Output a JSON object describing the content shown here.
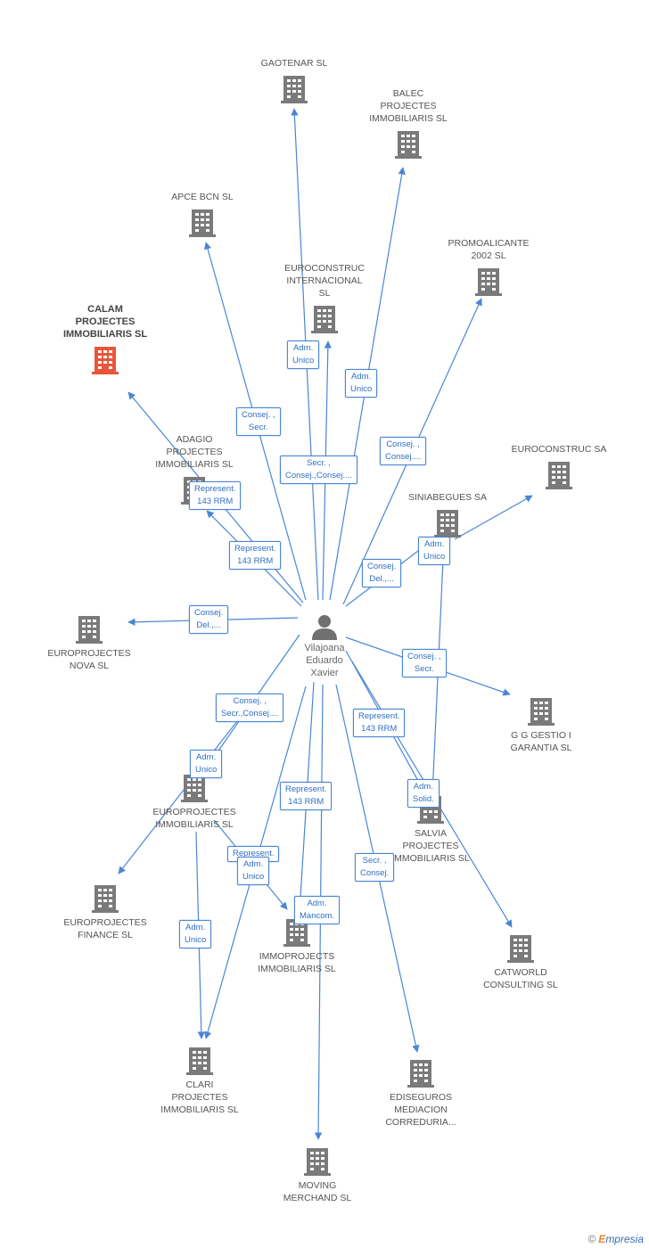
{
  "colors": {
    "edge": "#4a86d4",
    "building": "#7a7a7a",
    "focus": "#e8563a",
    "person": "#707070"
  },
  "center": {
    "name": "Vilajoana\nEduardo\nXavier",
    "icon": "person-icon"
  },
  "companies": [
    {
      "id": "gaotenar",
      "name": "GAOTENAR  SL"
    },
    {
      "id": "balec",
      "name": "BALEC\nPROJECTES\nIMMOBILIARIS SL"
    },
    {
      "id": "apce",
      "name": "APCE BCN SL"
    },
    {
      "id": "promoalicante",
      "name": "PROMOALICANTE\n2002 SL"
    },
    {
      "id": "euroconstruc_int",
      "name": "EUROCONSTRUC\nINTERNACIONAL\nSL"
    },
    {
      "id": "calam",
      "name": "CALAM\nPROJECTES\nIMMOBILIARIS SL"
    },
    {
      "id": "adagio",
      "name": "ADAGIO\nPROJECTES\nIMMOBILIARIS SL"
    },
    {
      "id": "euroconstruc_sa",
      "name": "EUROCONSTRUC SA"
    },
    {
      "id": "siniabegues",
      "name": "SINIABEGUES SA"
    },
    {
      "id": "europrojectes_nova",
      "name": "EUROPROJECTES\nNOVA SL"
    },
    {
      "id": "gg_gestio",
      "name": "G G GESTIO I\nGARANTIA  SL"
    },
    {
      "id": "europrojectes_imm",
      "name": "EUROPROJECTES\nIMMOBILIARIS SL"
    },
    {
      "id": "salvia",
      "name": "SALVIA\nPROJECTES\nIMMOBILIARIS SL"
    },
    {
      "id": "europrojectes_fin",
      "name": "EUROPROJECTES\nFINANCE SL"
    },
    {
      "id": "immoprojects",
      "name": "IMMOPROJECTS\nIMMOBILIARIS SL"
    },
    {
      "id": "catworld",
      "name": "CATWORLD\nCONSULTING SL"
    },
    {
      "id": "clari",
      "name": "CLARI\nPROJECTES\nIMMOBILIARIS SL"
    },
    {
      "id": "ediseguros",
      "name": "EDISEGUROS\nMEDIACION\nCORREDURIA..."
    },
    {
      "id": "moving",
      "name": "MOVING\nMERCHAND SL"
    }
  ],
  "edge_labels": [
    {
      "id": "l1",
      "text": "Adm.\nUnico"
    },
    {
      "id": "l2",
      "text": "Adm.\nUnico"
    },
    {
      "id": "l3",
      "text": "Consej. ,\nSecr."
    },
    {
      "id": "l4",
      "text": "Consej. ,\nConsej...."
    },
    {
      "id": "l5",
      "text": "Secr. ,\nConsej.,Consej...."
    },
    {
      "id": "l6",
      "text": "Represent.\n143 RRM"
    },
    {
      "id": "l7",
      "text": "Represent.\n143 RRM"
    },
    {
      "id": "l8",
      "text": "Adm.\nUnico"
    },
    {
      "id": "l9",
      "text": "Consej.\nDel.,..."
    },
    {
      "id": "l10",
      "text": "Consej.\nDel.,..."
    },
    {
      "id": "l11",
      "text": "Consej. ,\nSecr."
    },
    {
      "id": "l12",
      "text": "Consej. ,\nSecr.,Consej...."
    },
    {
      "id": "l13",
      "text": "Represent.\n143 RRM"
    },
    {
      "id": "l14",
      "text": "Adm.\nUnico"
    },
    {
      "id": "l15",
      "text": "Represent.\n143 RRM"
    },
    {
      "id": "l16",
      "text": "Adm.\nSolid."
    },
    {
      "id": "l17",
      "text": "Represent."
    },
    {
      "id": "l18",
      "text": "Adm.\nUnico"
    },
    {
      "id": "l19",
      "text": "Secr. ,\nConsej."
    },
    {
      "id": "l20",
      "text": "Adm.\nUnico"
    },
    {
      "id": "l21",
      "text": "Adm.\nMancom."
    }
  ],
  "footer": {
    "copyright": "©",
    "brand_e": "E",
    "brand_rest": "mpresia"
  }
}
